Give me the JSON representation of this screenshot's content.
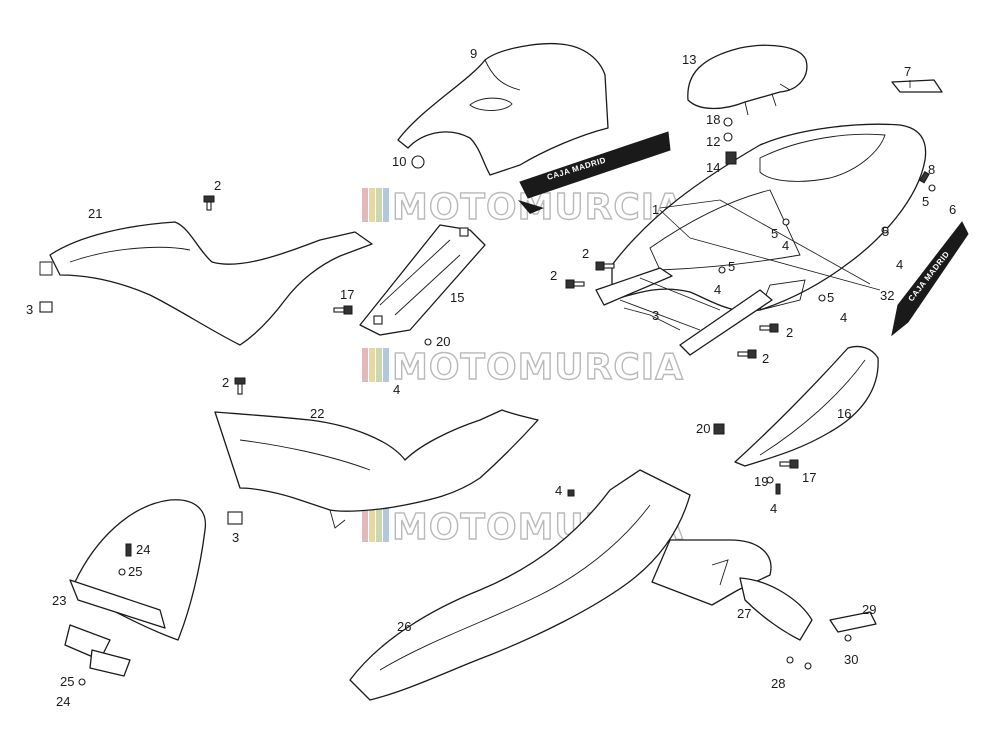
{
  "watermark": {
    "text": "MOTOMURCIA",
    "stripe_colors": [
      "#e2b8b8",
      "#e8d7a3",
      "#c9d7b4",
      "#b3c9d9"
    ]
  },
  "decals": {
    "tail_upper": "CAJA MADRID",
    "tail_right": "CAJA MADRID"
  },
  "callouts": [
    {
      "id": "c1",
      "text": "1"
    },
    {
      "id": "c2a",
      "text": "2"
    },
    {
      "id": "c2b",
      "text": "2"
    },
    {
      "id": "c2c",
      "text": "2"
    },
    {
      "id": "c2d",
      "text": "2"
    },
    {
      "id": "c2e",
      "text": "2"
    },
    {
      "id": "c2f",
      "text": "2"
    },
    {
      "id": "c3a",
      "text": "3"
    },
    {
      "id": "c3b",
      "text": "3"
    },
    {
      "id": "c3c",
      "text": "3"
    },
    {
      "id": "c4a",
      "text": "4"
    },
    {
      "id": "c4b",
      "text": "4"
    },
    {
      "id": "c4c",
      "text": "4"
    },
    {
      "id": "c4d",
      "text": "4"
    },
    {
      "id": "c4e",
      "text": "4"
    },
    {
      "id": "c4f",
      "text": "4"
    },
    {
      "id": "c4g",
      "text": "4"
    },
    {
      "id": "c5a",
      "text": "5"
    },
    {
      "id": "c5b",
      "text": "5"
    },
    {
      "id": "c5c",
      "text": "5"
    },
    {
      "id": "c5d",
      "text": "5"
    },
    {
      "id": "c5e",
      "text": "5"
    },
    {
      "id": "c6",
      "text": "6"
    },
    {
      "id": "c7",
      "text": "7"
    },
    {
      "id": "c8",
      "text": "8"
    },
    {
      "id": "c9",
      "text": "9"
    },
    {
      "id": "c10",
      "text": "10"
    },
    {
      "id": "c12",
      "text": "12"
    },
    {
      "id": "c13",
      "text": "13"
    },
    {
      "id": "c14",
      "text": "14"
    },
    {
      "id": "c15",
      "text": "15"
    },
    {
      "id": "c16",
      "text": "16"
    },
    {
      "id": "c17a",
      "text": "17"
    },
    {
      "id": "c17b",
      "text": "17"
    },
    {
      "id": "c18",
      "text": "18"
    },
    {
      "id": "c19",
      "text": "19"
    },
    {
      "id": "c20a",
      "text": "20"
    },
    {
      "id": "c20b",
      "text": "20"
    },
    {
      "id": "c21",
      "text": "21"
    },
    {
      "id": "c22",
      "text": "22"
    },
    {
      "id": "c23",
      "text": "23"
    },
    {
      "id": "c24a",
      "text": "24"
    },
    {
      "id": "c24b",
      "text": "24"
    },
    {
      "id": "c25a",
      "text": "25"
    },
    {
      "id": "c25b",
      "text": "25"
    },
    {
      "id": "c26",
      "text": "26"
    },
    {
      "id": "c27",
      "text": "27"
    },
    {
      "id": "c28",
      "text": "28"
    },
    {
      "id": "c29",
      "text": "29"
    },
    {
      "id": "c30",
      "text": "30"
    },
    {
      "id": "c32",
      "text": "32"
    }
  ]
}
